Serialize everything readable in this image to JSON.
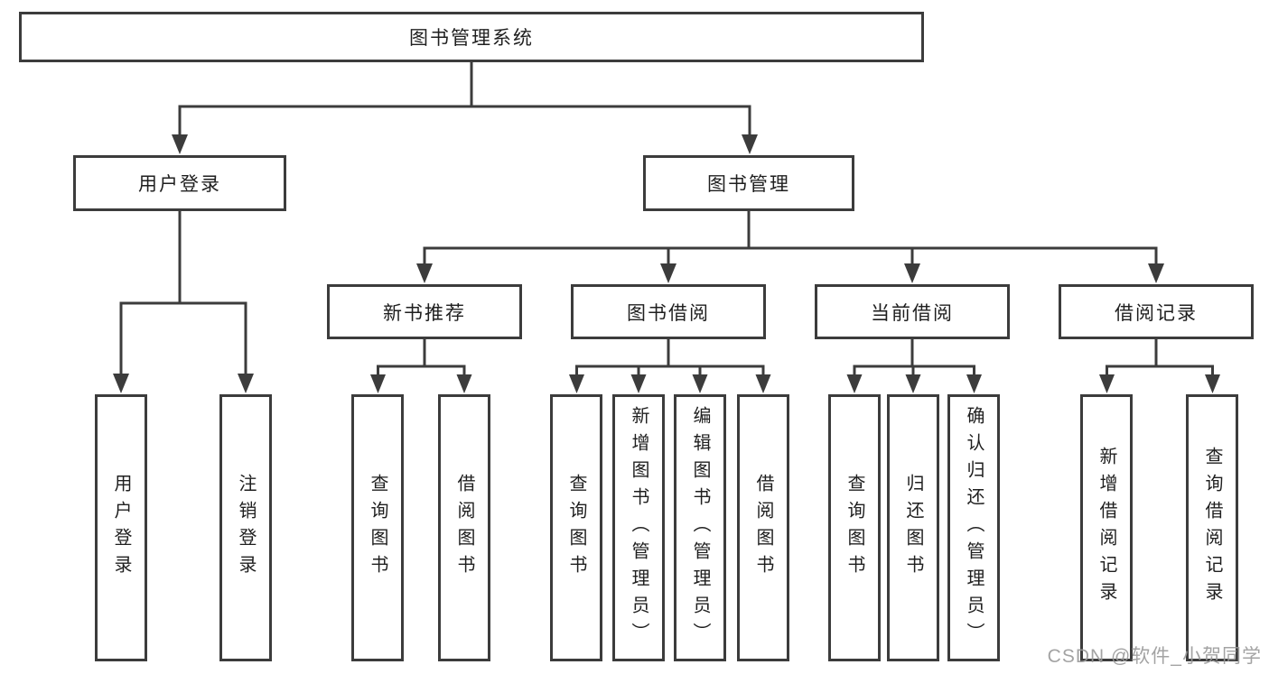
{
  "tree": {
    "label": "图书管理系统",
    "children": [
      {
        "label": "用户登录",
        "children": [
          {
            "label": "用户登录"
          },
          {
            "label": "注销登录"
          }
        ]
      },
      {
        "label": "图书管理",
        "children": [
          {
            "label": "新书推荐",
            "children": [
              {
                "label": "查询图书"
              },
              {
                "label": "借阅图书"
              }
            ]
          },
          {
            "label": "图书借阅",
            "children": [
              {
                "label": "查询图书"
              },
              {
                "label": "新增图书（管理员）"
              },
              {
                "label": "编辑图书（管理员）"
              },
              {
                "label": "借阅图书"
              }
            ]
          },
          {
            "label": "当前借阅",
            "children": [
              {
                "label": "查询图书"
              },
              {
                "label": "归还图书"
              },
              {
                "label": "确认归还（管理员）"
              }
            ]
          },
          {
            "label": "借阅记录",
            "children": [
              {
                "label": "新增借阅记录"
              },
              {
                "label": "查询借阅记录"
              }
            ]
          }
        ]
      }
    ]
  },
  "watermark": {
    "text": "CSDN @软件_小贺同学"
  },
  "colors": {
    "line": "#3c3c3c",
    "box_border": "#3c3c3c",
    "text": "#1f1f1f",
    "background": "#ffffff",
    "watermark": "#9a9a9a"
  }
}
